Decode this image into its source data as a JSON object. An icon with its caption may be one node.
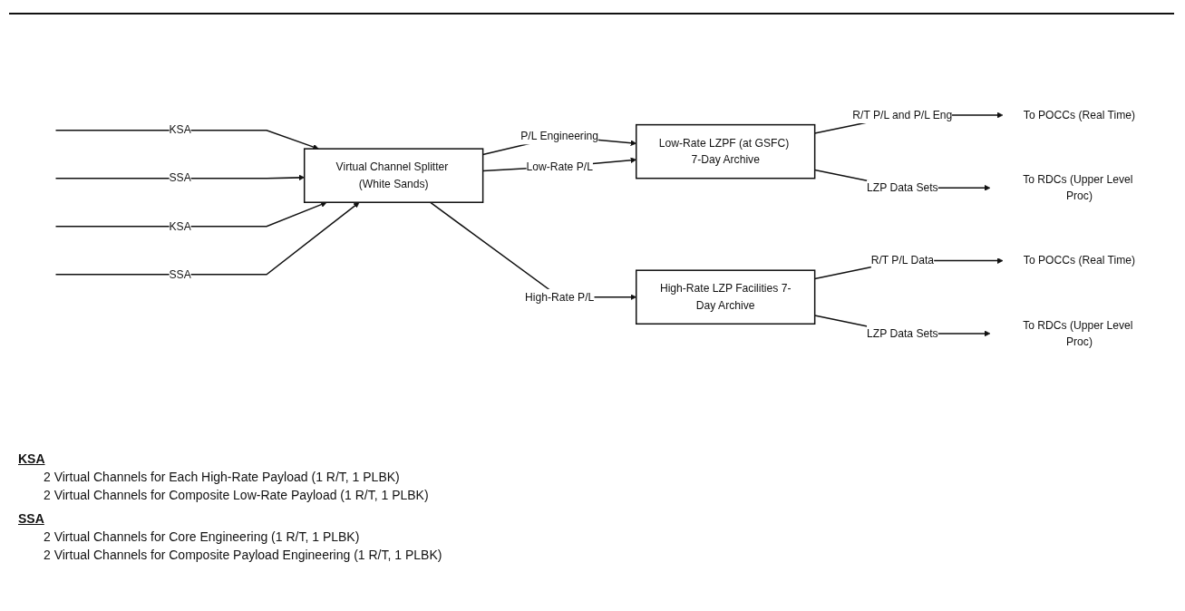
{
  "diagram": {
    "nodes": [
      {
        "text": [
          "Virtual Channel Splitter (White Sands)"
        ]
      },
      {
        "text": [
          "Low-Rate LZPF (at GSFC) 7-Day Archive"
        ]
      },
      {
        "text": [
          "High-Rate LZP Facilities 7-Day Archive"
        ]
      },
      {
        "text": [
          "To POCCs (Real Time)"
        ]
      },
      {
        "text": [
          "To RDCs (Upper Level Proc)"
        ]
      },
      {
        "text": [
          "To POCCs (Real Time)"
        ]
      },
      {
        "text": [
          "To RDCs (Upper Level Proc)"
        ]
      }
    ],
    "edges": [
      {
        "from": null,
        "to": 0,
        "arrow": "to",
        "label": "KSA"
      },
      {
        "from": null,
        "to": 0,
        "arrow": "to",
        "label": "SSA"
      },
      {
        "from": null,
        "to": 0,
        "arrow": "to",
        "label": "KSA"
      },
      {
        "from": null,
        "to": 0,
        "arrow": "to",
        "label": "SSA"
      },
      {
        "from": 0,
        "to": 1,
        "arrow": "to",
        "label": "P/L Engineering"
      },
      {
        "from": 0,
        "to": 1,
        "arrow": "to",
        "label": "Low-Rate P/L"
      },
      {
        "from": 0,
        "to": 2,
        "arrow": "to",
        "label": "High-Rate P/L"
      },
      {
        "from": 1,
        "to": 3,
        "arrow": "to",
        "label": "R/T P/L and P/L Eng"
      },
      {
        "from": 1,
        "to": 4,
        "arrow": "to",
        "label": "LZP Data Sets"
      },
      {
        "from": 2,
        "to": 5,
        "arrow": "to",
        "label": "R/T P/L Data"
      },
      {
        "from": 2,
        "to": 6,
        "arrow": "to",
        "label": "LZP Data Sets"
      }
    ],
    "labels": [
      "KSA",
      "2 Virtual Channels for Each High-Rate Payload (1 R/T, 1 PLBK)",
      "2 Virtual Channels for Composite Low-Rate Payload (1 R/T, 1 PLBK)",
      "SSA",
      "2 Virtual Channels for Core Engineering (1 R/T, 1 PLBK)",
      "2 Virtual Channels for Composite Payload Engineering (1 R/T, 1 PLBK)"
    ]
  }
}
